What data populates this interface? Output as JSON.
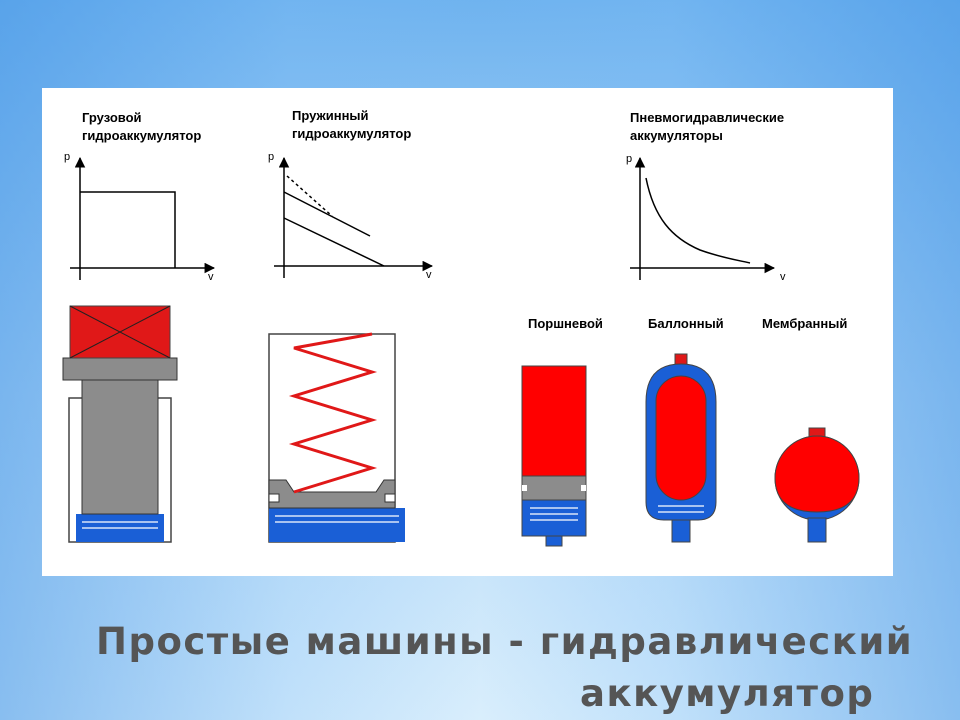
{
  "graphs": {
    "weight": {
      "title_line1": "Грузовой",
      "title_line2": "гидроаккумулятор",
      "p_label": "p",
      "v_label": "v"
    },
    "spring": {
      "title_line1": "Пружинный",
      "title_line2": "гидроаккумулятор",
      "p_label": "p",
      "v_label": "v"
    },
    "pneumo": {
      "title_line1": "Пневмогидравлические",
      "title_line2": "аккумуляторы",
      "p_label": "p",
      "v_label": "v"
    }
  },
  "accumulator_types": {
    "piston": "Поршневой",
    "bladder": "Баллонный",
    "membrane": "Мембранный"
  },
  "slide_title": {
    "line1": "Простые  машины  -  гидравлический",
    "line2": "аккумулятор"
  },
  "colors": {
    "gas": "#ff0000",
    "fluid": "#1a5fd6",
    "piston": "#8c8c8c"
  }
}
